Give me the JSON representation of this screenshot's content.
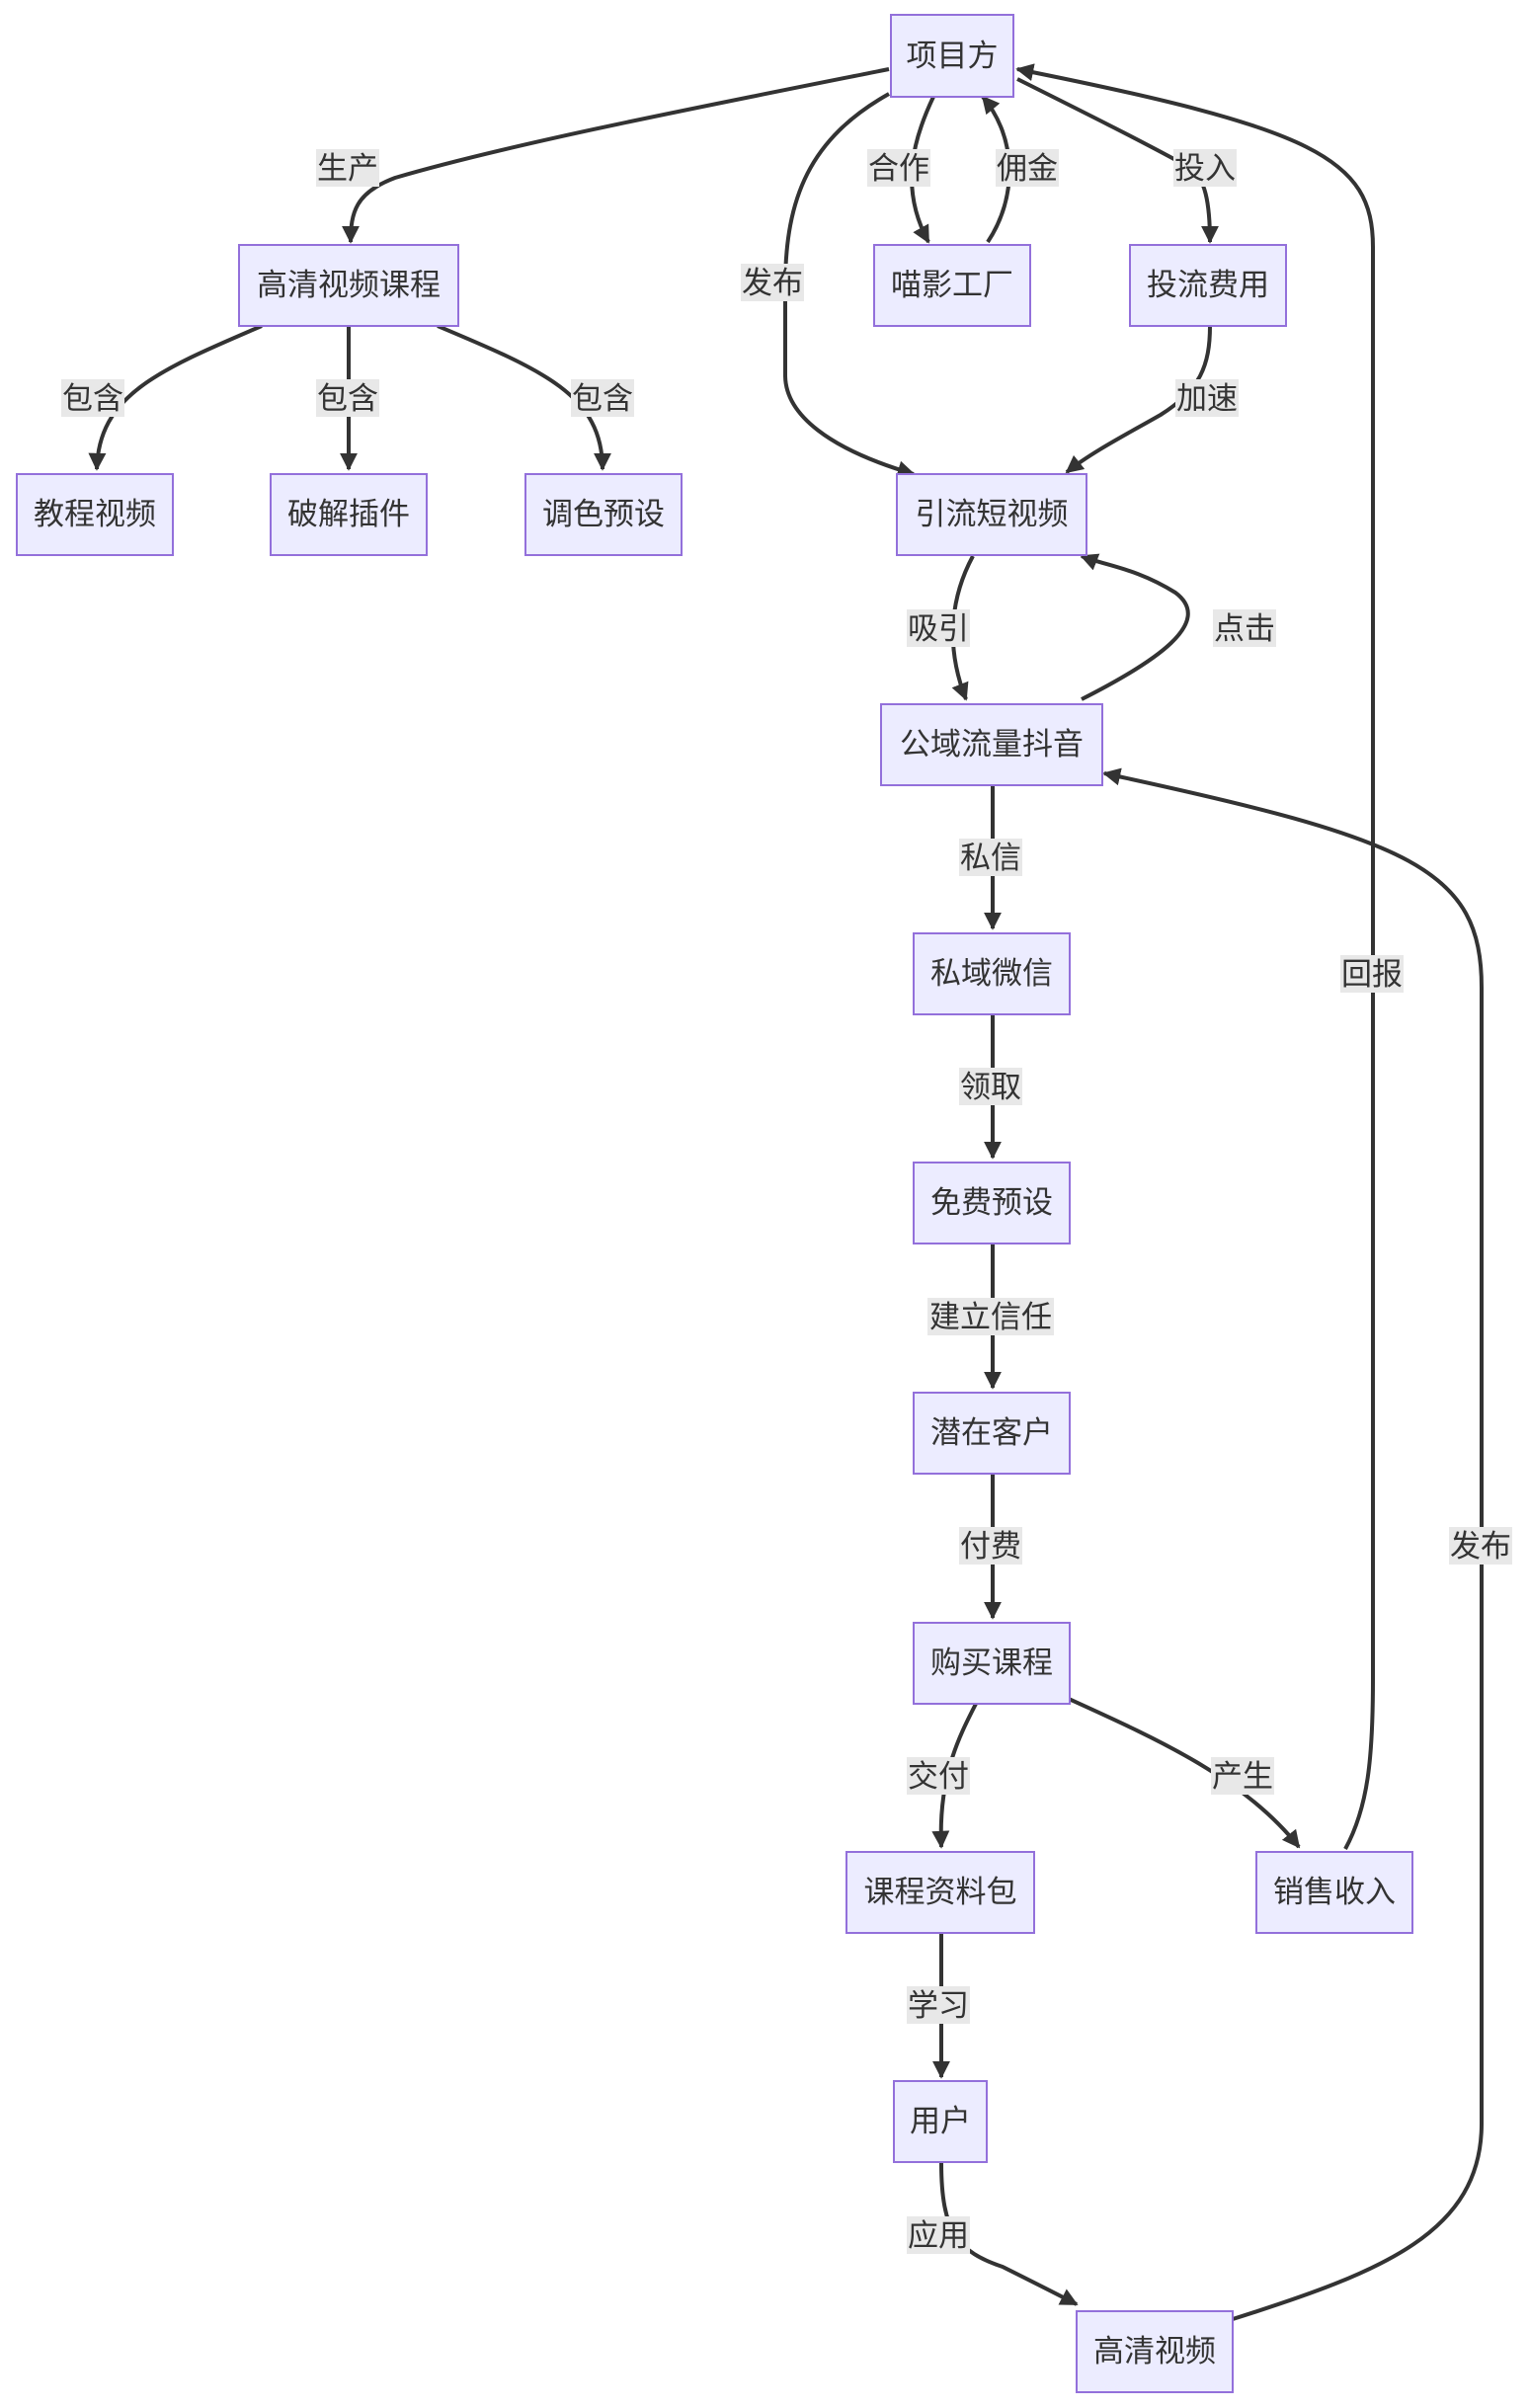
{
  "colors": {
    "node_fill": "#ececff",
    "node_stroke": "#9370db",
    "edge": "#333333",
    "label_bg": "#e8e8e8",
    "text": "#333333"
  },
  "nodes": {
    "project": "项目方",
    "hd_course": "高清视频课程",
    "miaoying": "喵影工厂",
    "ad_cost": "投流费用",
    "tutorial": "教程视频",
    "plugin": "破解插件",
    "preset": "调色预设",
    "short_video": "引流短视频",
    "douyin": "公域流量抖音",
    "wechat": "私域微信",
    "free_preset": "免费预设",
    "lead": "潜在客户",
    "buy": "购买课程",
    "package": "课程资料包",
    "revenue": "销售收入",
    "user": "用户",
    "hd_video": "高清视频"
  },
  "edges": {
    "produce": "生产",
    "cooperate": "合作",
    "commission": "佣金",
    "invest": "投入",
    "publish1": "发布",
    "contain1": "包含",
    "contain2": "包含",
    "contain3": "包含",
    "accelerate": "加速",
    "attract": "吸引",
    "click": "点击",
    "dm": "私信",
    "receive": "领取",
    "trust": "建立信任",
    "pay": "付费",
    "deliver": "交付",
    "generate": "产生",
    "learn": "学习",
    "apply": "应用",
    "return": "回报",
    "publish2": "发布"
  }
}
